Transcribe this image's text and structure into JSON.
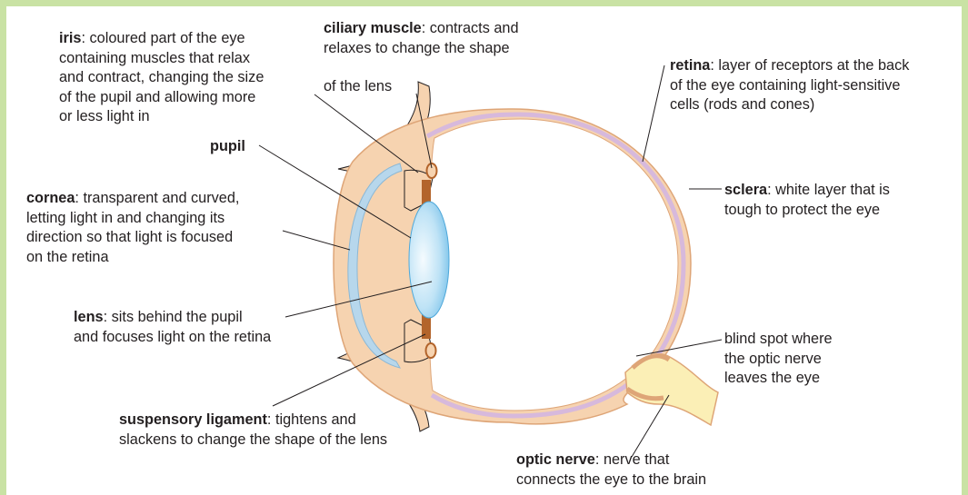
{
  "colors": {
    "frame": "#c9e2a4",
    "sclera": "#f6d3b0",
    "sclera_outline": "#dea577",
    "retina": "#d7b9dc",
    "cornea": "#b7d7ec",
    "lens_light": "#f2fafe",
    "lens_dark": "#7cc4ea",
    "ciliary": "#b3642b",
    "optic_nerve": "#fbefb6",
    "leader": "#231f20"
  },
  "labels": {
    "iris": {
      "term": "iris",
      "lines": [
        "coloured part of the eye",
        "containing muscles that relax",
        "and contract, changing the size",
        "of the pupil and allowing more",
        "or less light in"
      ]
    },
    "ciliary": {
      "term": "ciliary muscle",
      "lines": [
        "contracts and",
        "relaxes to change the shape",
        "of the lens"
      ]
    },
    "retina": {
      "term": "retina",
      "lines": [
        "layer of receptors at the back",
        "of the eye containing light-sensitive",
        "cells (rods and cones)"
      ]
    },
    "pupil": {
      "term": "pupil"
    },
    "sclera": {
      "term": "sclera",
      "lines": [
        "white layer that is",
        "tough to protect the eye"
      ]
    },
    "cornea": {
      "term": "cornea",
      "lines": [
        "transparent and curved,",
        "letting light in and changing its",
        "direction so that light is focused",
        "on the retina"
      ]
    },
    "lens": {
      "term": "lens",
      "lines": [
        "sits behind the pupil",
        "and focuses light on the retina"
      ]
    },
    "blind_spot": {
      "lines": [
        "blind spot where",
        "the optic nerve",
        "leaves the eye"
      ]
    },
    "suspensory": {
      "term": "suspensory ligament",
      "lines": [
        "tightens and",
        "slackens to change the shape of the lens"
      ]
    },
    "optic_nerve": {
      "term": "optic nerve",
      "lines": [
        "nerve that",
        "connects the eye to the brain"
      ]
    }
  }
}
